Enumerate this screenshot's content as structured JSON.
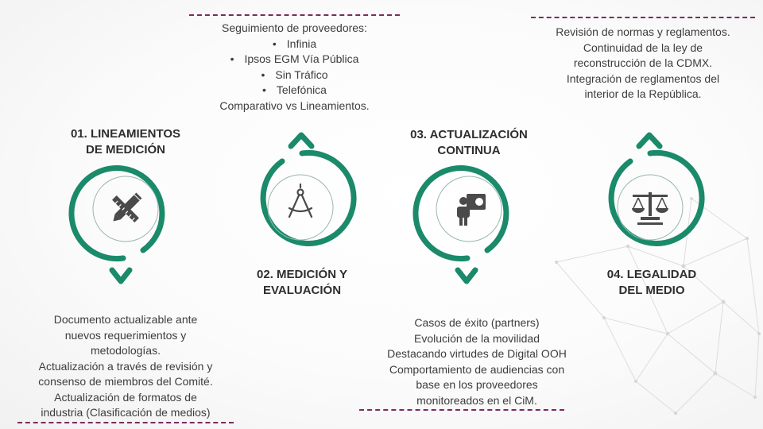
{
  "steps": [
    {
      "title_line1": "01. LINEAMIENTOS",
      "title_line2": "DE MEDICIÓN",
      "icon": "pencil-ruler-icon",
      "description": [
        "Documento actualizable ante",
        "nuevos requerimientos y",
        "metodologías.",
        "Actualización a través de revisión y",
        "consenso de miembros del Comité.",
        "Actualización de formatos de",
        "industria (Clasificación de medios)"
      ]
    },
    {
      "title_line1": "02. MEDICIÓN Y",
      "title_line2": "EVALUACIÓN",
      "icon": "compass-icon",
      "description_header": "Seguimiento de proveedores:",
      "providers": [
        "Infinia",
        "Ipsos EGM Vía Pública",
        "Sin Tráfico",
        "Telefónica"
      ],
      "description_footer": "Comparativo vs Lineamientos."
    },
    {
      "title_line1": "03. ACTUALIZACIÓN",
      "title_line2": "CONTINUA",
      "icon": "presenter-icon",
      "description": [
        "Casos de éxito (partners)",
        "Evolución de la movilidad",
        "Destacando virtudes  de Digital OOH",
        "Comportamiento de audiencias con",
        "base en los proveedores",
        "monitoreados en el CiM."
      ]
    },
    {
      "title_line1": "04. LEGALIDAD",
      "title_line2": "DEL MEDIO",
      "icon": "scales-icon",
      "description": [
        "Revisión de normas y reglamentos.",
        "Continuidad de la ley de",
        "reconstrucción  de la CDMX.",
        "Integración de reglamentos del",
        "interior de la República."
      ]
    }
  ],
  "colors": {
    "accent_green": "#1a8a6a",
    "dash_purple": "#7a2b62",
    "icon_gray": "#4a4a4a",
    "text": "#3d3d3d"
  }
}
